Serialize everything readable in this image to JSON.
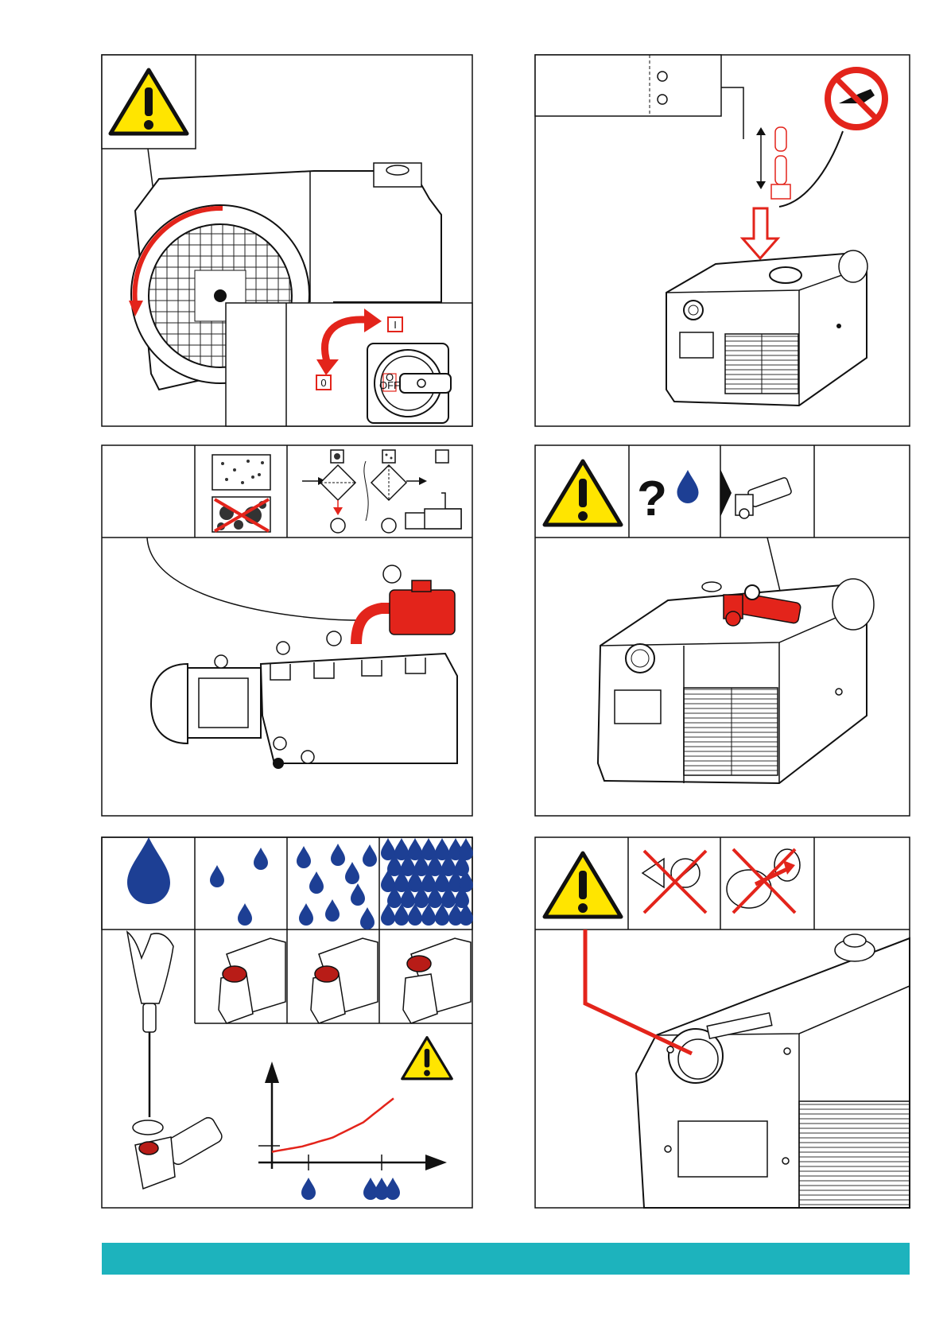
{
  "switch": {
    "on_label": "I",
    "off_label": "0",
    "knob_o": "O",
    "knob_off": "OFF"
  },
  "colors": {
    "accent_teal": "#1db3bd",
    "warning_yellow": "#ffe500",
    "signal_red": "#e3241b",
    "drop_blue": "#1d3f94"
  },
  "icons": [
    "warning-triangle-icon",
    "rotation-arrow-icon",
    "main-switch-icon",
    "no-oil-icon",
    "question-icon",
    "water-drop-icon",
    "filter-icon",
    "gas-ballast-icon",
    "screwdriver-icon",
    "no-entry-icon"
  ],
  "chart_data": {
    "type": "line",
    "title": "",
    "xlabel": "",
    "ylabel": "",
    "series": [
      {
        "values": [
          0.12,
          0.18,
          0.28,
          0.45,
          0.72
        ]
      }
    ],
    "x": [
      0,
      1,
      2,
      3,
      4
    ]
  }
}
